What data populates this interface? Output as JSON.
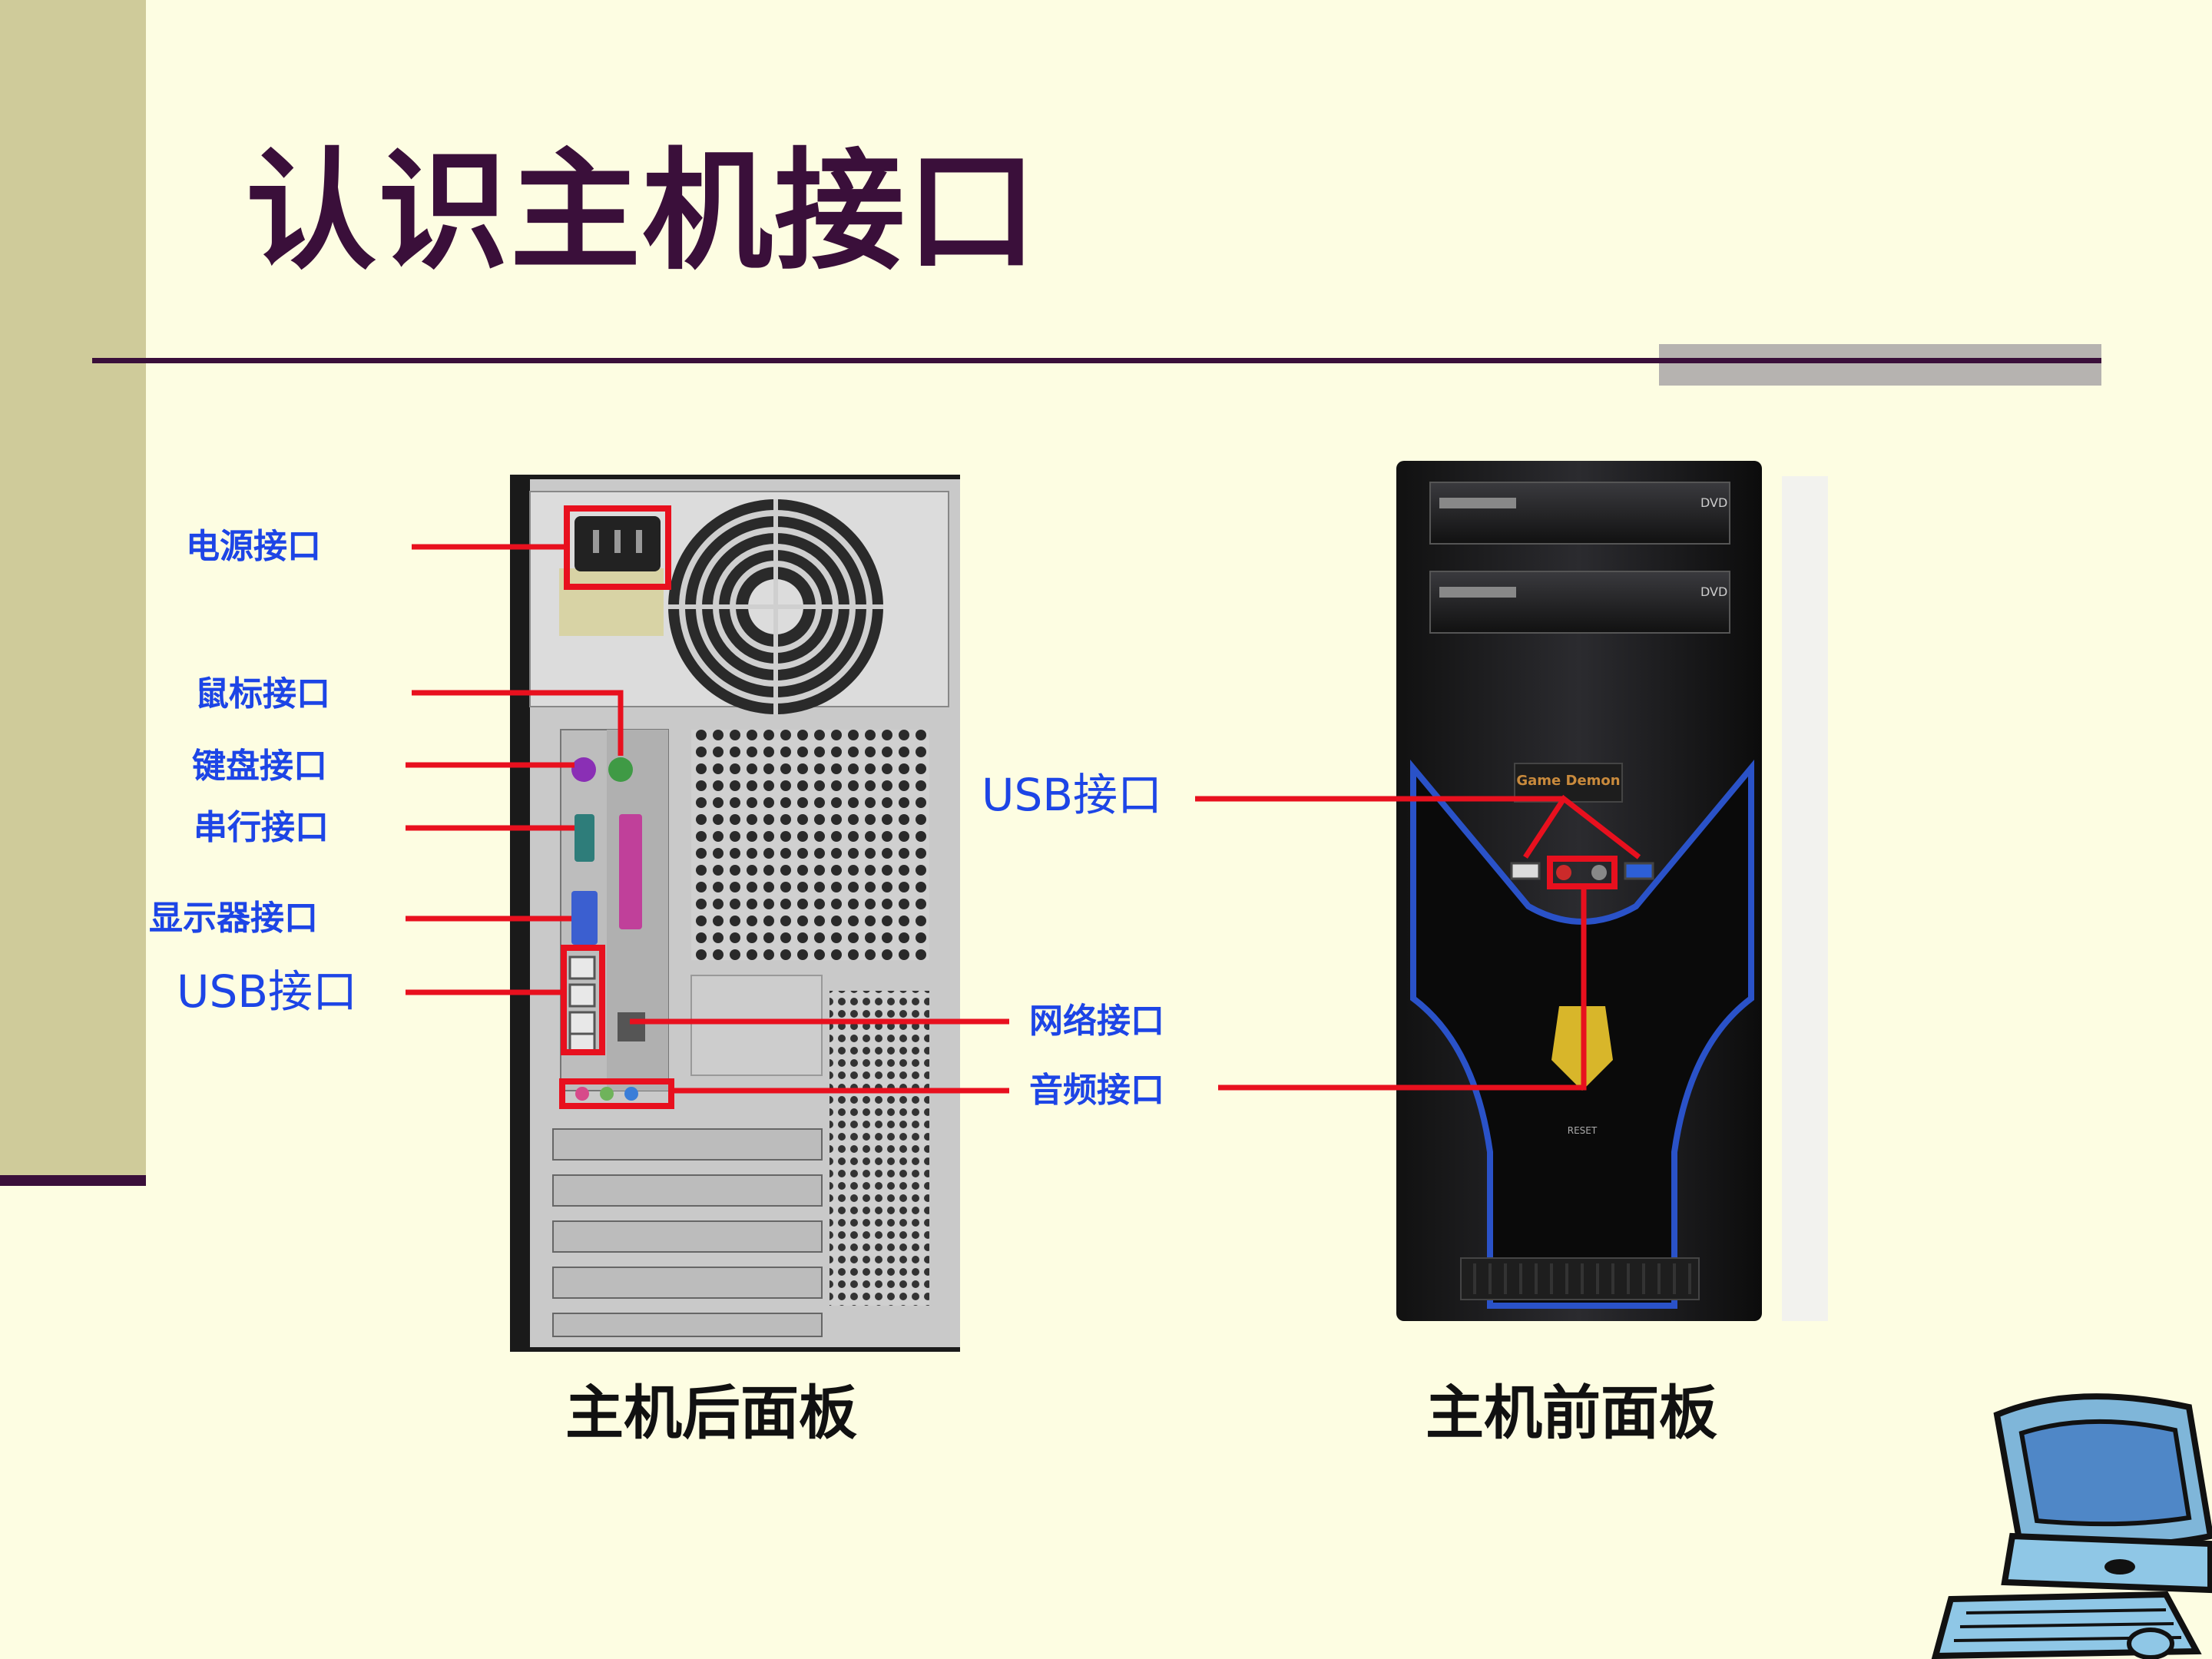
{
  "slide": {
    "title": "认识主机接口",
    "rear_caption": "主机后面板",
    "front_caption": "主机前面板"
  },
  "rear_labels": {
    "power": "电源接口",
    "mouse": "鼠标接口",
    "keyboard": "键盘接口",
    "serial": "串行接口",
    "display": "显示器接口",
    "usb": "USB接口",
    "network": "网络接口",
    "audio": "音频接口"
  },
  "front_labels": {
    "usb": "USB接口"
  },
  "case_text": {
    "brand": "Game Demon",
    "reset": "RESET",
    "dvd1": "DVD",
    "dvd2": "DVD"
  },
  "colors": {
    "background": "#fdfde2",
    "accent_dark": "#3a0f3a",
    "side_bar": "#cfcb9a",
    "label_blue": "#1d45e6",
    "callout_red": "#e8101e"
  }
}
